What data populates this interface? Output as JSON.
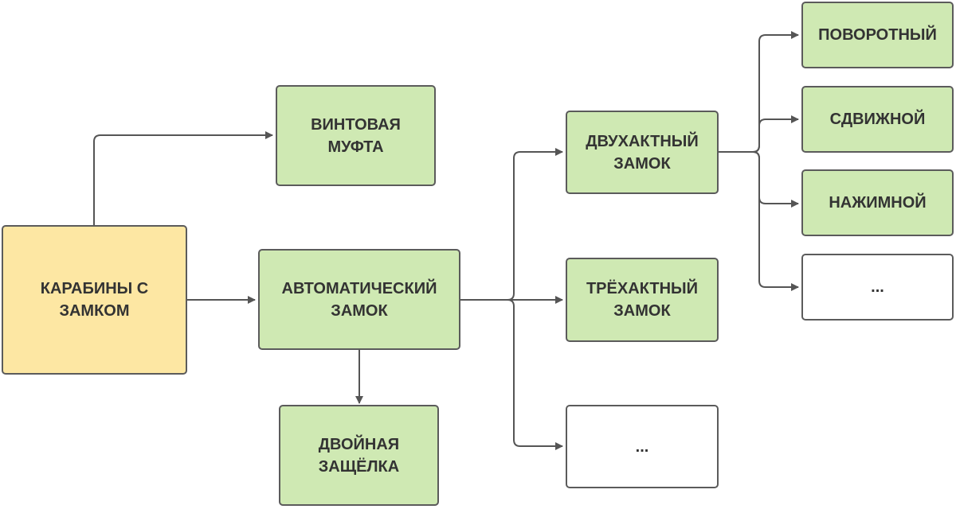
{
  "nodes": {
    "root": "КАРАБИНЫ С\nЗАМКОМ",
    "screw_sleeve": "ВИНТОВАЯ\nМУФТА",
    "auto_lock": "АВТОМАТИЧЕСКИЙ\nЗАМОК",
    "double_latch": "ДВОЙНАЯ\nЗАЩЁЛКА",
    "two_action": "ДВУХАКТНЫЙ\nЗАМОК",
    "three_action": "ТРЁХАКТНЫЙ\nЗАМОК",
    "auto_more": "...",
    "rotary": "ПОВОРОТНЫЙ",
    "sliding": "СДВИЖНОЙ",
    "push": "НАЖИМНОЙ",
    "two_action_more": "..."
  },
  "colors": {
    "root_fill": "#fde7a3",
    "category_fill": "#cfe9b3",
    "placeholder_fill": "#ffffff",
    "border": "#5b5b5b",
    "connector": "#555555"
  }
}
